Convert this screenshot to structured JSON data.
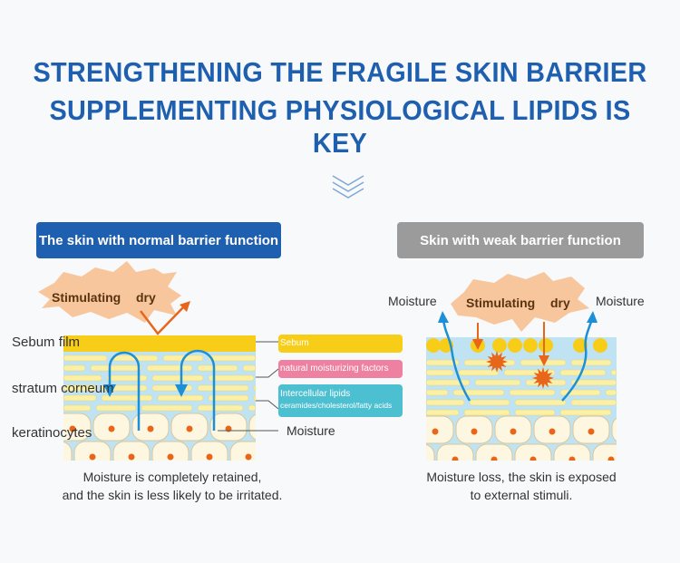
{
  "title": {
    "line1": "STRENGTHENING THE FRAGILE SKIN BARRIER",
    "line2": "SUPPLEMENTING PHYSIOLOGICAL LIPIDS IS KEY"
  },
  "left": {
    "header": "The skin with normal barrier function",
    "burst_text_1": "Stimulating",
    "burst_text_2": "dry",
    "labels": {
      "sebum_film": "Sebum film",
      "stratum_corneum": "stratum corneum",
      "keratinocytes": "keratinocytes"
    },
    "callouts": {
      "sebum": "Sebum",
      "nmf": "natural moisturizing factors",
      "lipids_1": "Intercellular lipids",
      "lipids_2": "ceramides/cholesterol/fatty acids",
      "moisture": "Moisture"
    },
    "caption_1": "Moisture is completely retained,",
    "caption_2": "and the skin is less likely to be irritated."
  },
  "right": {
    "header": "Skin with weak barrier function",
    "burst_text_1": "Stimulating",
    "burst_text_2": "dry",
    "moisture_left": "Moisture",
    "moisture_right": "Moisture",
    "caption_1": "Moisture loss, the skin is exposed",
    "caption_2": "to external stimuli."
  },
  "colors": {
    "blue": "#1f5fb0",
    "gray": "#9b9b9b",
    "sebum": "#f8cd18",
    "nmf": "#ee80a2",
    "lipids": "#4cbfd0",
    "arrow": "#e8661a",
    "water": "#1c8fd6"
  }
}
